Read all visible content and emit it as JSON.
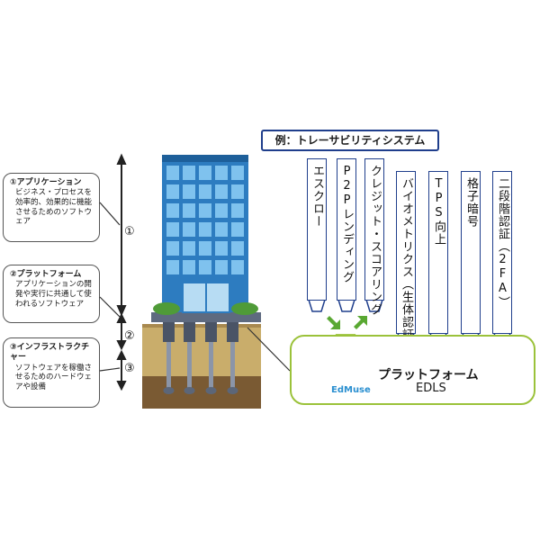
{
  "layers": [
    {
      "title": "①アプリケーション",
      "desc": "ビジネス・プロセスを効率的、効果的に機能させるためのソフトウェア",
      "mark": "①"
    },
    {
      "title": "②プラットフォーム",
      "desc": "アプリケーションの開発や実行に共通して使われるソフトウェア",
      "mark": "②"
    },
    {
      "title": "③インフラストラクチャー",
      "desc": "ソフトウェアを稼働させるためのハードウェアや設備",
      "mark": "③"
    }
  ],
  "example_title": "例：トレーサビリティシステム",
  "apps_left": [
    "エスクロー",
    "P2Pレンディング",
    "クレジット・スコアリング"
  ],
  "apps_right": [
    "バイオメトリクス（生体認証）",
    "TPS向上",
    "格子暗号",
    "二段階認証（2FA）"
  ],
  "platform": {
    "title": "プラットフォーム",
    "name": "EDLS",
    "logo_text": "EdMuse"
  },
  "colors": {
    "frame_blue": "#1f3e8c",
    "platform_green": "#9bc23a",
    "arrow_green": "#59a832",
    "logo_blue": "#2a8fd0"
  }
}
